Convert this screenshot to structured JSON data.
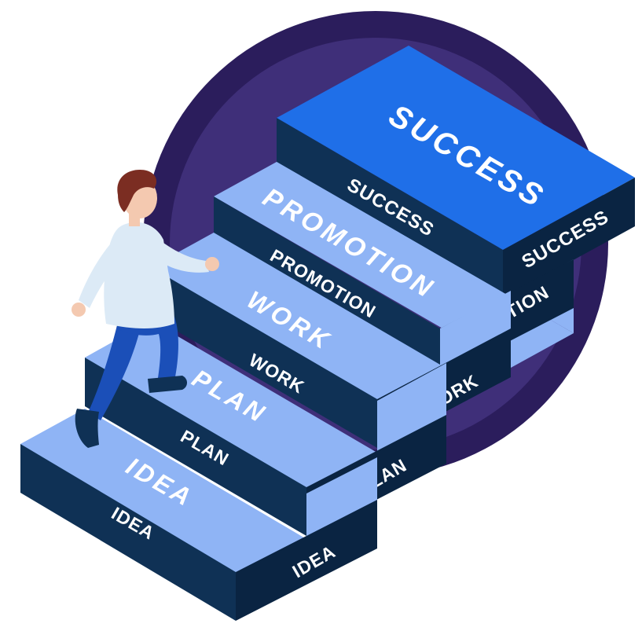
{
  "steps": [
    {
      "name": "idea",
      "top_label": "IDEA",
      "front_label": "IDEA",
      "side_label": "IDEA"
    },
    {
      "name": "plan",
      "top_label": "PLAN",
      "front_label": "PLAN",
      "side_label": "PLAN"
    },
    {
      "name": "work",
      "top_label": "WORK",
      "front_label": "WORK",
      "side_label": "WORK"
    },
    {
      "name": "promotion",
      "top_label": "PROMOTION",
      "front_label": "PROMOTION",
      "side_label": "PROMOTION"
    },
    {
      "name": "success",
      "top_label": "SUCCESS",
      "front_label": "SUCCESS",
      "side_label": "SUCCESS"
    }
  ],
  "colors": {
    "circle_outer": "#2b1d5c",
    "circle_inner": "#3f2f79",
    "step_top": "#8fb4f5",
    "success_top": "#1f6fe8",
    "step_front": "#0f3155",
    "step_side": "#0a2442",
    "shirt": "#dceaf6",
    "pants": "#1b4fb8",
    "hair": "#7b2d22",
    "skin": "#f4c9b0"
  }
}
